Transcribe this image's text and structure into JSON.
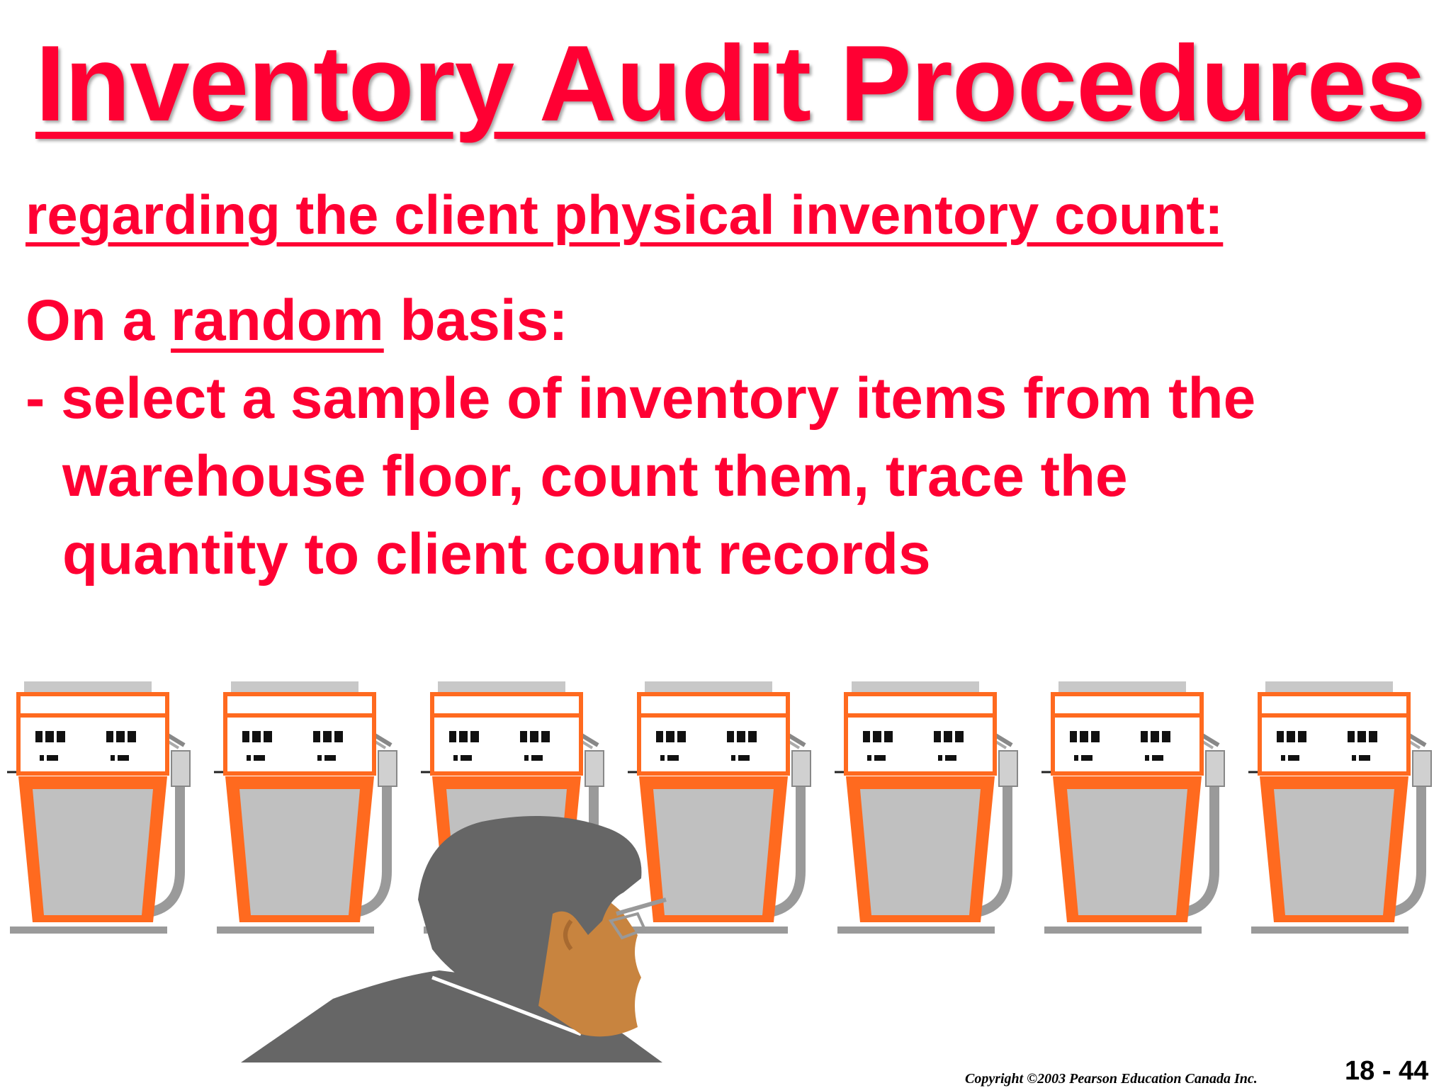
{
  "slide": {
    "title": "Inventory Audit Procedures",
    "subtitle": "regarding the client physical inventory count:",
    "random_line": {
      "prefix": "On a ",
      "emphasis": "random",
      "suffix": " basis:"
    },
    "bullet_lines": [
      "- select a sample of inventory items from the",
      "warehouse floor, count them, trace the",
      "quantity to client count records"
    ],
    "illustration": {
      "description_icons": [
        "fuel-pump-icon",
        "auditor-figure"
      ],
      "pump_count": 7
    },
    "copyright": "Copyright ©2003 Pearson Education Canada Inc.",
    "page_number": "18 - 44"
  },
  "colors": {
    "accent": "#ff0033",
    "pump_frame": "#ff6a1f",
    "pump_body": "#c0c0c0",
    "person_suit": "#666666",
    "person_skin": "#c8843f"
  }
}
